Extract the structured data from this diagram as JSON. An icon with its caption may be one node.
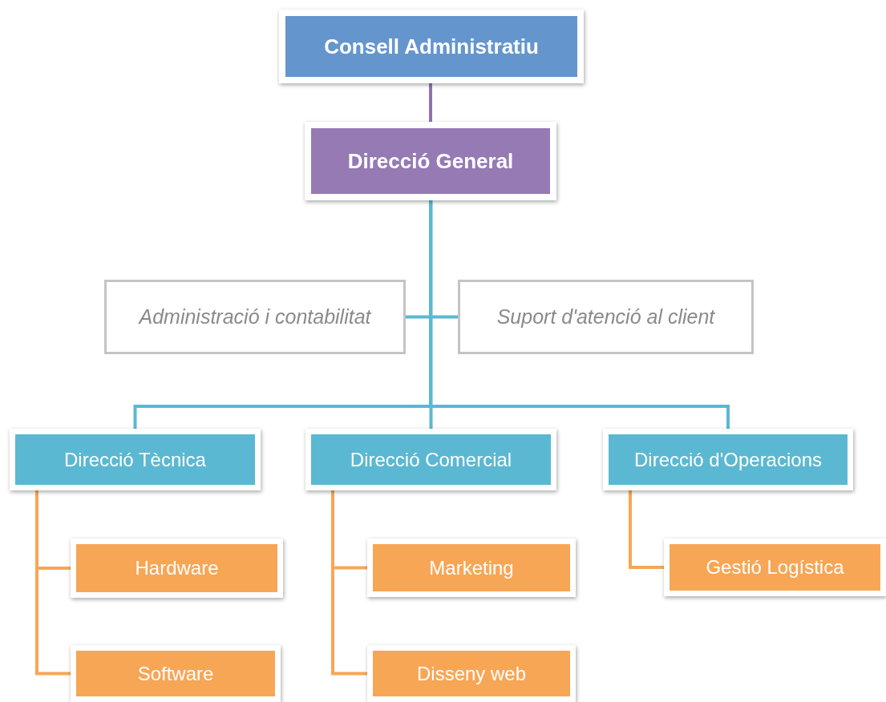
{
  "diagram": {
    "nodes": [
      {
        "text": [
          "Consell Administratiu"
        ]
      },
      {
        "text": [
          "Direcció General"
        ]
      },
      {
        "text": [
          "Administració i contabilitat"
        ]
      },
      {
        "text": [
          "Suport d'atenció al client"
        ]
      },
      {
        "text": [
          "Direcció Tècnica"
        ]
      },
      {
        "text": [
          "Direcció Comercial"
        ]
      },
      {
        "text": [
          "Direcció d'Operacions"
        ]
      },
      {
        "text": [
          "Hardware"
        ]
      },
      {
        "text": [
          "Software"
        ]
      },
      {
        "text": [
          "Marketing"
        ]
      },
      {
        "text": [
          "Disseny web"
        ]
      },
      {
        "text": [
          "Gestió Logística"
        ]
      }
    ],
    "edges": [
      {
        "from": 0,
        "to": 1,
        "arrow": "none",
        "color": "#8f72b0"
      },
      {
        "from": 1,
        "to": 2,
        "arrow": "none",
        "color": "#5bb8d2"
      },
      {
        "from": 1,
        "to": 3,
        "arrow": "none",
        "color": "#5bb8d2"
      },
      {
        "from": 1,
        "to": 4,
        "arrow": "none",
        "color": "#5bb8d2"
      },
      {
        "from": 1,
        "to": 5,
        "arrow": "none",
        "color": "#5bb8d2"
      },
      {
        "from": 1,
        "to": 6,
        "arrow": "none",
        "color": "#5bb8d2"
      },
      {
        "from": 4,
        "to": 7,
        "arrow": "none",
        "color": "#f7a656"
      },
      {
        "from": 4,
        "to": 8,
        "arrow": "none",
        "color": "#f7a656"
      },
      {
        "from": 5,
        "to": 9,
        "arrow": "none",
        "color": "#f7a656"
      },
      {
        "from": 5,
        "to": 10,
        "arrow": "none",
        "color": "#f7a656"
      },
      {
        "from": 6,
        "to": 11,
        "arrow": "none",
        "color": "#f7a656"
      }
    ]
  }
}
